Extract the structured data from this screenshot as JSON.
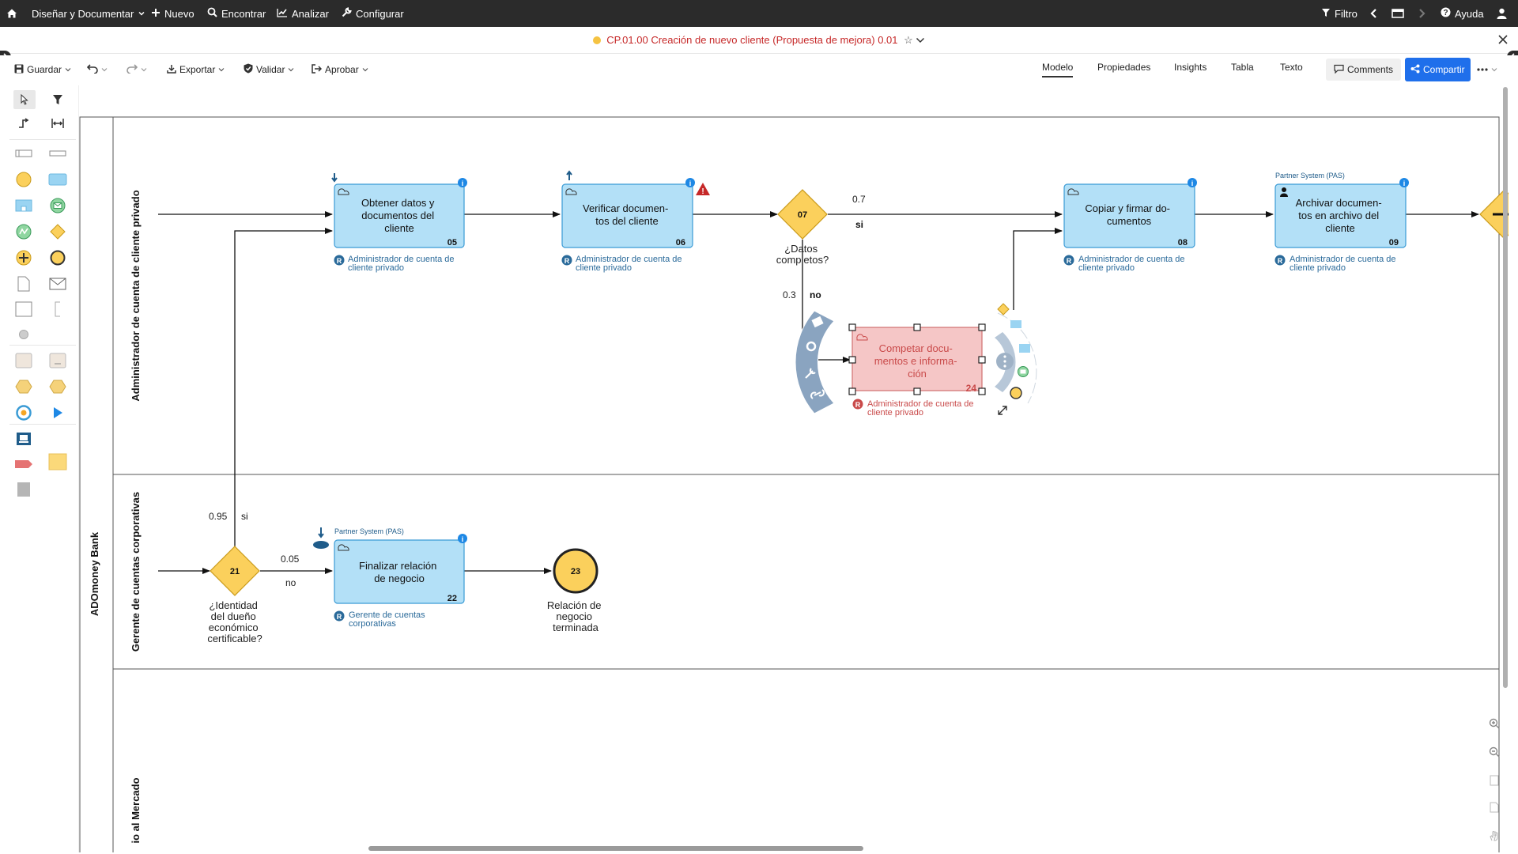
{
  "topbar": {
    "home_icon": "home-icon",
    "menu": [
      {
        "label": "Diseñar y Documentar",
        "icon": "chevron-down-icon"
      },
      {
        "label": "Nuevo",
        "icon": "plus-icon"
      },
      {
        "label": "Encontrar",
        "icon": "search-icon"
      },
      {
        "label": "Analizar",
        "icon": "chart-icon"
      },
      {
        "label": "Configurar",
        "icon": "wrench-icon"
      }
    ],
    "filter_label": "Filtro",
    "help_label": "Ayuda"
  },
  "document": {
    "title": "CP.01.00 Creación de nuevo cliente (Propuesta de mejora) 0.01",
    "title_color": "#c62828"
  },
  "toolbar": {
    "save_label": "Guardar",
    "export_label": "Exportar",
    "validate_label": "Validar",
    "approve_label": "Aprobar",
    "view_tabs": [
      "Modelo",
      "Propiedades",
      "Insights",
      "Tabla",
      "Texto"
    ],
    "active_tab": "Modelo",
    "comments_label": "Comments",
    "share_label": "Compartir",
    "share_color": "#1f6feb"
  },
  "diagram": {
    "pool_label": "ADOmoney Bank",
    "lanes": [
      "Administrador de cuenta de cliente privado",
      "Gerente de cuentas corporativas",
      "io al Mercado"
    ],
    "tasks": {
      "t05": {
        "name": "Obtener datos y documentos del cliente",
        "lines": [
          "Obtener datos y",
          "documentos del",
          "cliente"
        ],
        "number": "05",
        "role": "Administrador de cuenta de cliente privado",
        "role_lines": [
          "Administrador de cuenta de",
          "cliente privado"
        ]
      },
      "t06": {
        "name": "Verificar documentos del cliente",
        "lines": [
          "Verificar documen-",
          "tos del cliente"
        ],
        "number": "06",
        "role": "Administrador de cuenta de cliente privado",
        "role_lines": [
          "Administrador de cuenta de",
          "cliente privado"
        ]
      },
      "t08": {
        "name": "Copiar y firmar documentos",
        "lines": [
          "Copiar y firmar do-",
          "cumentos"
        ],
        "number": "08",
        "role": "Administrador de cuenta de cliente privado",
        "role_lines": [
          "Administrador de cuenta de",
          "cliente privado"
        ]
      },
      "t09": {
        "name": "Archivar documentos en archivo del cliente",
        "lines": [
          "Archivar documen-",
          "tos en archivo del",
          "cliente"
        ],
        "number": "09",
        "system": "Partner System (PAS)",
        "role": "Administrador de cuenta de cliente privado",
        "role_lines": [
          "Administrador de cuenta de",
          "cliente privado"
        ]
      },
      "t24": {
        "name": "Competar documentos e información",
        "lines": [
          "Competar docu-",
          "mentos e informa-",
          "ción"
        ],
        "number": "24",
        "role": "Administrador de cuenta de cliente privado",
        "role_lines": [
          "Administrador de cuenta de",
          "cliente privado"
        ]
      },
      "t22": {
        "name": "Finalizar relación de negocio",
        "lines": [
          "Finalizar relación",
          "de negocio"
        ],
        "number": "22",
        "system": "Partner System (PAS)",
        "role": "Gerente de cuentas corporativas",
        "role_lines": [
          "Gerente de cuentas",
          "corporativas"
        ]
      }
    },
    "gateways": {
      "g07": {
        "number": "07",
        "question_lines": [
          "¿Datos",
          "completos?"
        ],
        "yes_prob": "0.7",
        "yes_label": "si",
        "no_prob": "0.3",
        "no_label": "no"
      },
      "g21": {
        "number": "21",
        "question_lines": [
          "¿Identidad",
          "del dueño",
          "económico",
          "certificable?"
        ],
        "yes_prob": "0.95",
        "yes_label": "si",
        "no_prob": "0.05",
        "no_label": "no"
      }
    },
    "end_event": {
      "number": "23",
      "label_lines": [
        "Relación de",
        "negocio",
        "terminada"
      ]
    },
    "role_badge": "R",
    "colors": {
      "task_fill": "#b3e0f7",
      "task_stroke": "#3a9bd5",
      "selected_fill": "#f5c6c6",
      "selected_stroke": "#d07070",
      "gateway_fill": "#fbd05c",
      "gateway_stroke": "#c99a1a",
      "role_icon": "#2a6a9a",
      "role_icon_error": "#c94a4a",
      "warning": "#c62828"
    }
  }
}
